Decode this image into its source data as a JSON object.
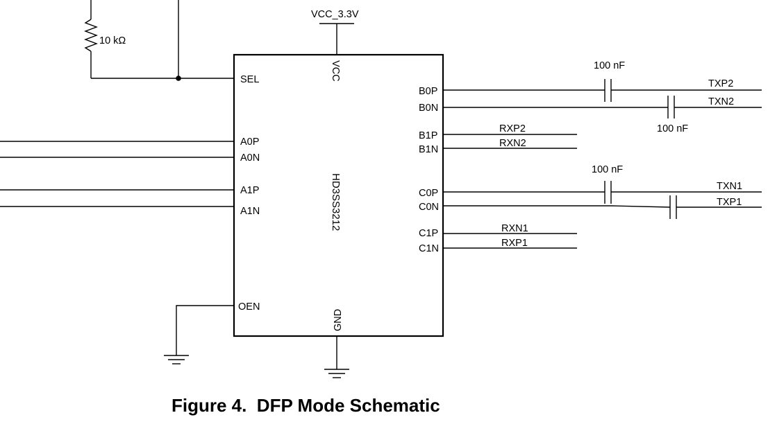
{
  "diagram": {
    "power_label": "VCC_3.3V",
    "resistor_label": "10 kΩ",
    "chip": {
      "name": "HD3SS3212",
      "pins": {
        "vcc": "VCC",
        "gnd": "GND",
        "sel": "SEL",
        "oen": "OEN",
        "a0p": "A0P",
        "a0n": "A0N",
        "a1p": "A1P",
        "a1n": "A1N",
        "b0p": "B0P",
        "b0n": "B0N",
        "b1p": "B1P",
        "b1n": "B1N",
        "c0p": "C0P",
        "c0n": "C0N",
        "c1p": "C1P",
        "c1n": "C1N"
      }
    },
    "capacitor_labels": {
      "cap1": "100 nF",
      "cap2": "100 nF",
      "cap3": "100 nF"
    },
    "nets": {
      "txp2": "TXP2",
      "txn2": "TXN2",
      "rxp2": "RXP2",
      "rxn2": "RXN2",
      "txn1": "TXN1",
      "txp1": "TXP1",
      "rxn1": "RXN1",
      "rxp1": "RXP1"
    }
  },
  "caption": "Figure 4.  DFP Mode Schematic"
}
